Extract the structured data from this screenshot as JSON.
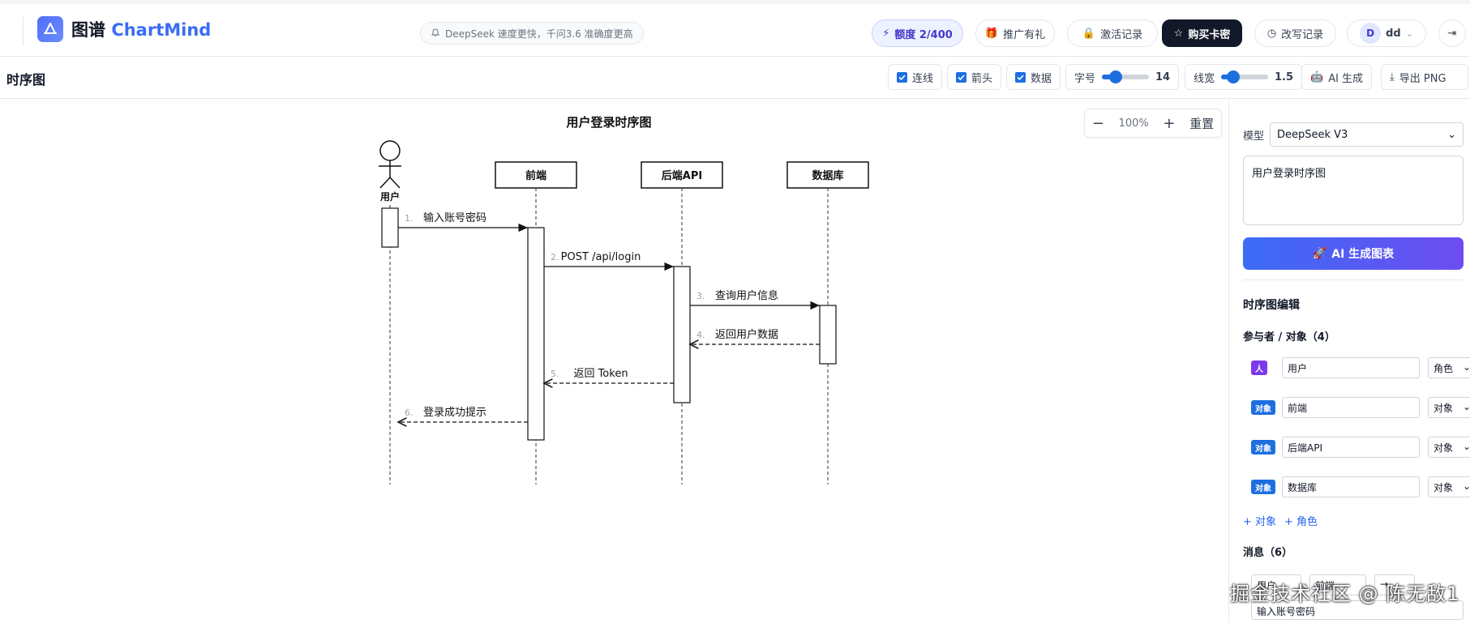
{
  "header": {
    "logo_name": "图谱",
    "logo_brand": "ChartMind",
    "notice": "DeepSeek 速度更快，千问3.6 准确度更高",
    "quota": "额度 2/400",
    "promo": "推广有礼",
    "activation": "激活记录",
    "buy": "购买卡密",
    "rewrite": "改写记录",
    "avatar_letter": "D",
    "username": "dd"
  },
  "toolbar": {
    "title": "时序图",
    "lines": "连线",
    "arrows": "箭头",
    "data": "数据",
    "font_label": "字号",
    "font_value": "14",
    "font_fraction": 0.3,
    "line_label": "线宽",
    "line_value": "1.5",
    "line_fraction": 0.25,
    "ai_gen": "AI 生成",
    "export": "导出 PNG"
  },
  "zoom": {
    "level": "100%",
    "reset": "重置"
  },
  "diagram": {
    "title": "用户登录时序图",
    "participants": [
      {
        "name": "用户",
        "kind": "actor"
      },
      {
        "name": "前端",
        "kind": "object"
      },
      {
        "name": "后端API",
        "kind": "object"
      },
      {
        "name": "数据库",
        "kind": "object"
      }
    ],
    "messages": [
      {
        "num": "1.",
        "text": "输入账号密码",
        "from": 0,
        "to": 1,
        "type": "sync"
      },
      {
        "num": "2.",
        "text": "POST /api/login",
        "from": 1,
        "to": 2,
        "type": "sync"
      },
      {
        "num": "3.",
        "text": "查询用户信息",
        "from": 2,
        "to": 3,
        "type": "sync"
      },
      {
        "num": "4.",
        "text": "返回用户数据",
        "from": 3,
        "to": 2,
        "type": "return"
      },
      {
        "num": "5.",
        "text": "返回 Token",
        "from": 2,
        "to": 1,
        "type": "return"
      },
      {
        "num": "6.",
        "text": "登录成功提示",
        "from": 1,
        "to": 0,
        "type": "return"
      }
    ]
  },
  "panel": {
    "model_label": "模型",
    "model_value": "DeepSeek V3",
    "prompt": "用户登录时序图",
    "generate": "AI 生成图表",
    "editor_title": "时序图编辑",
    "participants_title": "参与者 / 对象（4）",
    "rows": [
      {
        "badge": "人",
        "name": "用户",
        "type": "角色"
      },
      {
        "badge": "对象",
        "name": "前端",
        "type": "对象"
      },
      {
        "badge": "对象",
        "name": "后端API",
        "type": "对象"
      },
      {
        "badge": "对象",
        "name": "数据库",
        "type": "对象"
      }
    ],
    "add_object": "+ 对象",
    "add_actor": "+ 角色",
    "messages_title": "消息（6）",
    "msg_from": "用户",
    "msg_to": "前端",
    "msg_type": "→",
    "msg_text": "输入账号密码"
  },
  "watermark": "掘金技术社区 @ 陈无敌1"
}
